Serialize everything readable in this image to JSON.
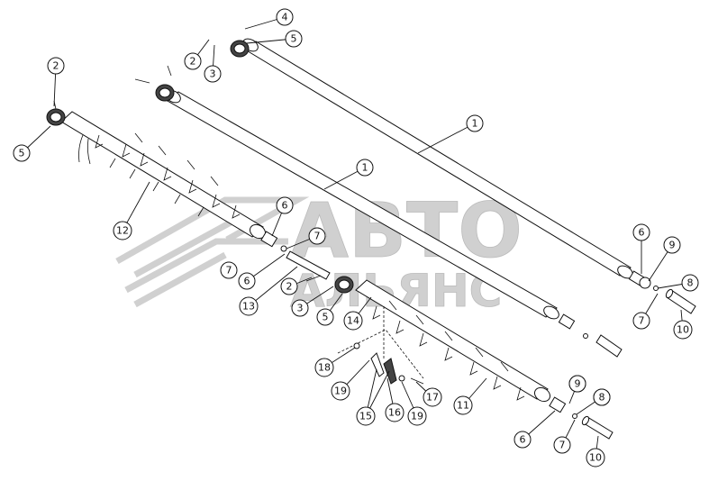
{
  "watermark": {
    "line1": "АВТО",
    "line2": "АЛЬЯНС",
    "color": "#c8c8c8"
  },
  "callouts": [
    {
      "id": "c-4",
      "label": "4"
    },
    {
      "id": "c-5a",
      "label": "5"
    },
    {
      "id": "c-2a",
      "label": "2"
    },
    {
      "id": "c-3a",
      "label": "3"
    },
    {
      "id": "c-2b",
      "label": "2"
    },
    {
      "id": "c-5b",
      "label": "5"
    },
    {
      "id": "c-1a",
      "label": "1"
    },
    {
      "id": "c-1b",
      "label": "1"
    },
    {
      "id": "c-12",
      "label": "12"
    },
    {
      "id": "c-6a",
      "label": "6"
    },
    {
      "id": "c-7a",
      "label": "7"
    },
    {
      "id": "c-9a",
      "label": "9"
    },
    {
      "id": "c-8a",
      "label": "8"
    },
    {
      "id": "c-6b",
      "label": "6"
    },
    {
      "id": "c-9b",
      "label": "9"
    },
    {
      "id": "c-8b",
      "label": "8"
    },
    {
      "id": "c-7b",
      "label": "7"
    },
    {
      "id": "c-10a",
      "label": "10"
    },
    {
      "id": "c-13",
      "label": "13"
    },
    {
      "id": "c-2c",
      "label": "2"
    },
    {
      "id": "c-3b",
      "label": "3"
    },
    {
      "id": "c-5c",
      "label": "5"
    },
    {
      "id": "c-14",
      "label": "14"
    },
    {
      "id": "c-11",
      "label": "11"
    },
    {
      "id": "c-18",
      "label": "18"
    },
    {
      "id": "c-19a",
      "label": "19"
    },
    {
      "id": "c-15",
      "label": "15"
    },
    {
      "id": "c-16",
      "label": "16"
    },
    {
      "id": "c-19b",
      "label": "19"
    },
    {
      "id": "c-17",
      "label": "17"
    },
    {
      "id": "c-9c",
      "label": "9"
    },
    {
      "id": "c-8c",
      "label": "8"
    },
    {
      "id": "c-6c",
      "label": "6"
    },
    {
      "id": "c-7c",
      "label": "7"
    },
    {
      "id": "c-10b",
      "label": "10"
    }
  ]
}
